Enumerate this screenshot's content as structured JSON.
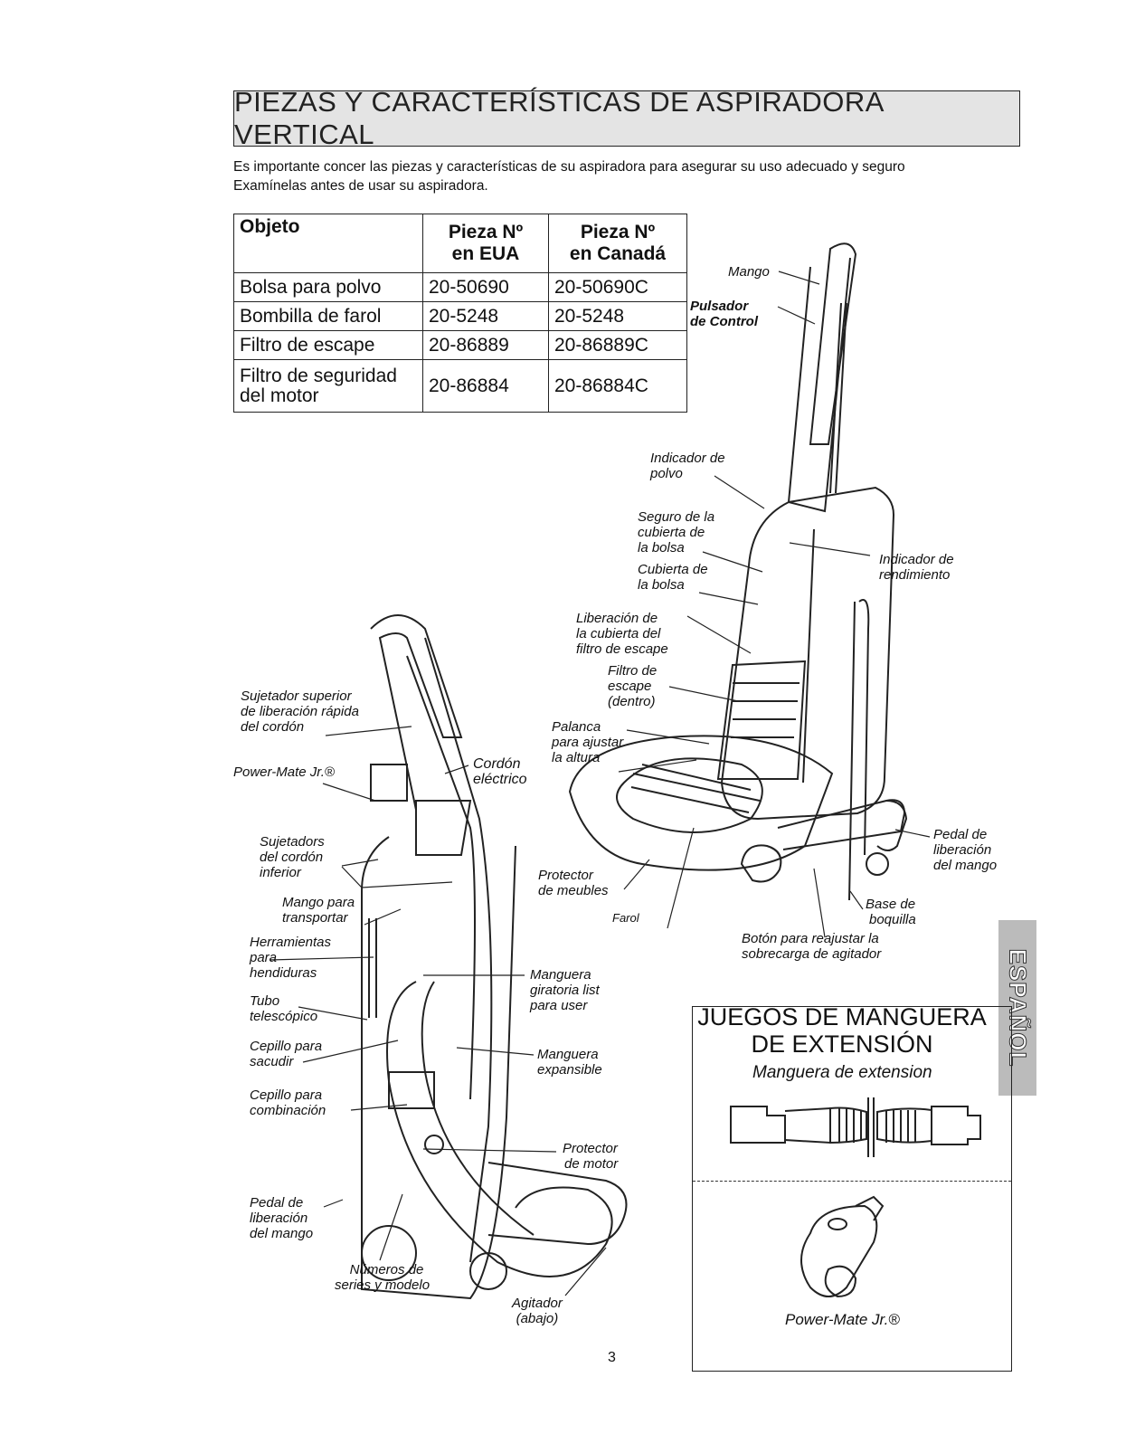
{
  "header": {
    "title": "PIEZAS Y CARACTERÍSTICAS DE ASPIRADORA VERTICAL"
  },
  "intro": {
    "line1": "Es importante concer las piezas y características de su aspiradora para asegurar su uso adecuado y seguro",
    "line2": "Examínelas antes de usar su aspiradora."
  },
  "parts_table": {
    "headers": [
      "Objeto",
      "Pieza Nº en EUA",
      "Pieza Nº en Canadá"
    ],
    "header_lines": [
      [
        "Objeto",
        ""
      ],
      [
        "Pieza Nº",
        "en EUA"
      ],
      [
        "Pieza Nº",
        "en Canadá"
      ]
    ],
    "rows": [
      [
        "Bolsa para polvo",
        "20-50690",
        "20-50690C"
      ],
      [
        "Bombilla de farol",
        "20-5248",
        "20-5248"
      ],
      [
        "Filtro de escape",
        "20-86889",
        "20-86889C"
      ],
      [
        "Filtro de seguridad del motor",
        "20-86884",
        "20-86884C"
      ]
    ],
    "row4_lines": [
      "Filtro de seguridad",
      "del motor"
    ]
  },
  "right_labels": {
    "mango": "Mango",
    "pulsador": [
      "Pulsador",
      "de Control"
    ],
    "indicador_polvo": [
      "Indicador de",
      "polvo"
    ],
    "seguro": [
      "Seguro de la",
      "cubierta de",
      "la bolsa"
    ],
    "cubierta": [
      "Cubierta de",
      "la bolsa"
    ],
    "indicador_rend": [
      "Indicador de",
      "rendimiento"
    ],
    "liberacion_filtro": [
      "Liberación de",
      "la cubierta del",
      "filtro de escape"
    ],
    "filtro_escape": [
      "Filtro de",
      "escape",
      "(dentro)"
    ],
    "palanca": [
      "Palanca",
      "para ajustar",
      "la altura"
    ],
    "protector_muebles": [
      "Protector",
      "de meubles"
    ],
    "farol": "Farol",
    "pedal_lib": [
      "Pedal de",
      "liberación",
      "del mango"
    ],
    "base": [
      "Base de",
      "boquilla"
    ],
    "boton": [
      "Botón para reajustar la",
      "sobrecarga de agitador"
    ]
  },
  "left_labels": {
    "sujetador_sup": [
      "Sujetador superior",
      "de liberación rápida",
      "del cordón"
    ],
    "cordon": [
      "Cordón",
      "eléctrico"
    ],
    "powermate": "Power-Mate Jr.®",
    "sujetadors": [
      "Sujetadors",
      "del cordón",
      "inferior"
    ],
    "mango_transp": [
      "Mango para",
      "transportar"
    ],
    "herramientas": [
      "Herramientas",
      "para",
      "hendiduras"
    ],
    "manguera_gir": [
      "Manguera",
      "giratoria list",
      "para user"
    ],
    "tubo": [
      "Tubo",
      "telescópico"
    ],
    "cepillo_sacudir": [
      "Cepillo para",
      "sacudir"
    ],
    "manguera_exp": [
      "Manguera",
      "expansible"
    ],
    "cepillo_comb": [
      "Cepillo para",
      "combinación"
    ],
    "protector_motor": [
      "Protector",
      "de motor"
    ],
    "pedal": [
      "Pedal de",
      "liberación",
      "del mango"
    ],
    "numeros": [
      "Números de",
      "series y modelo"
    ],
    "agitador": [
      "Agitador",
      "(abajo)"
    ]
  },
  "side_tab": {
    "text": "ESPAÑOL"
  },
  "extension_box": {
    "title_line1": "JUEGOS DE MANGUERA",
    "title_line2": "DE EXTENSIÓN",
    "subtitle": "Manguera de extension",
    "caption": "Power-Mate Jr.®"
  },
  "page_number": "3"
}
